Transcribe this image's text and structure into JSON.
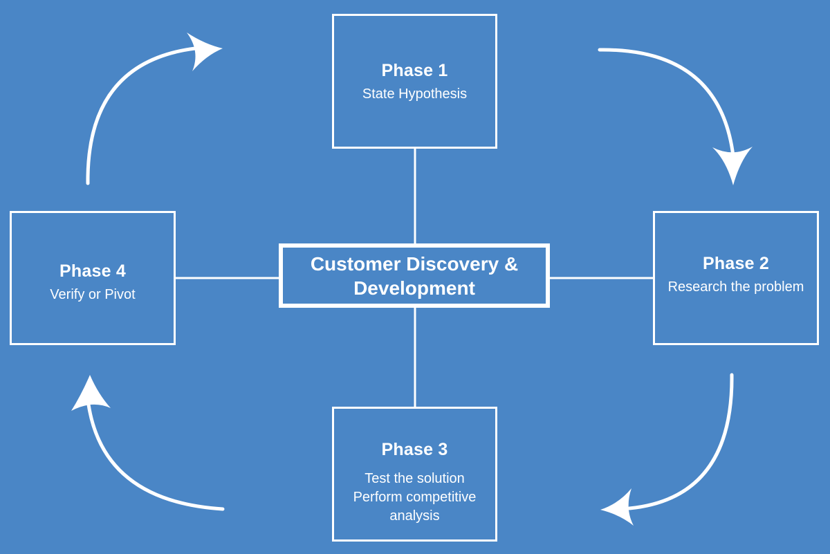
{
  "center": {
    "line1": "Customer Discovery &",
    "line2": "Development"
  },
  "phases": [
    {
      "title": "Phase 1",
      "lines": [
        "State Hypothesis"
      ]
    },
    {
      "title": "Phase 2",
      "lines": [
        "Research the problem"
      ]
    },
    {
      "title": "Phase 3",
      "lines": [
        "Test the solution",
        "Perform competitive",
        "analysis"
      ]
    },
    {
      "title": "Phase 4",
      "lines": [
        "Verify or Pivot"
      ]
    }
  ],
  "colors": {
    "background": "#4a86c6",
    "foreground": "#ffffff"
  },
  "arrows": {
    "direction": "clockwise",
    "icon": "curved-arrow-icon"
  }
}
